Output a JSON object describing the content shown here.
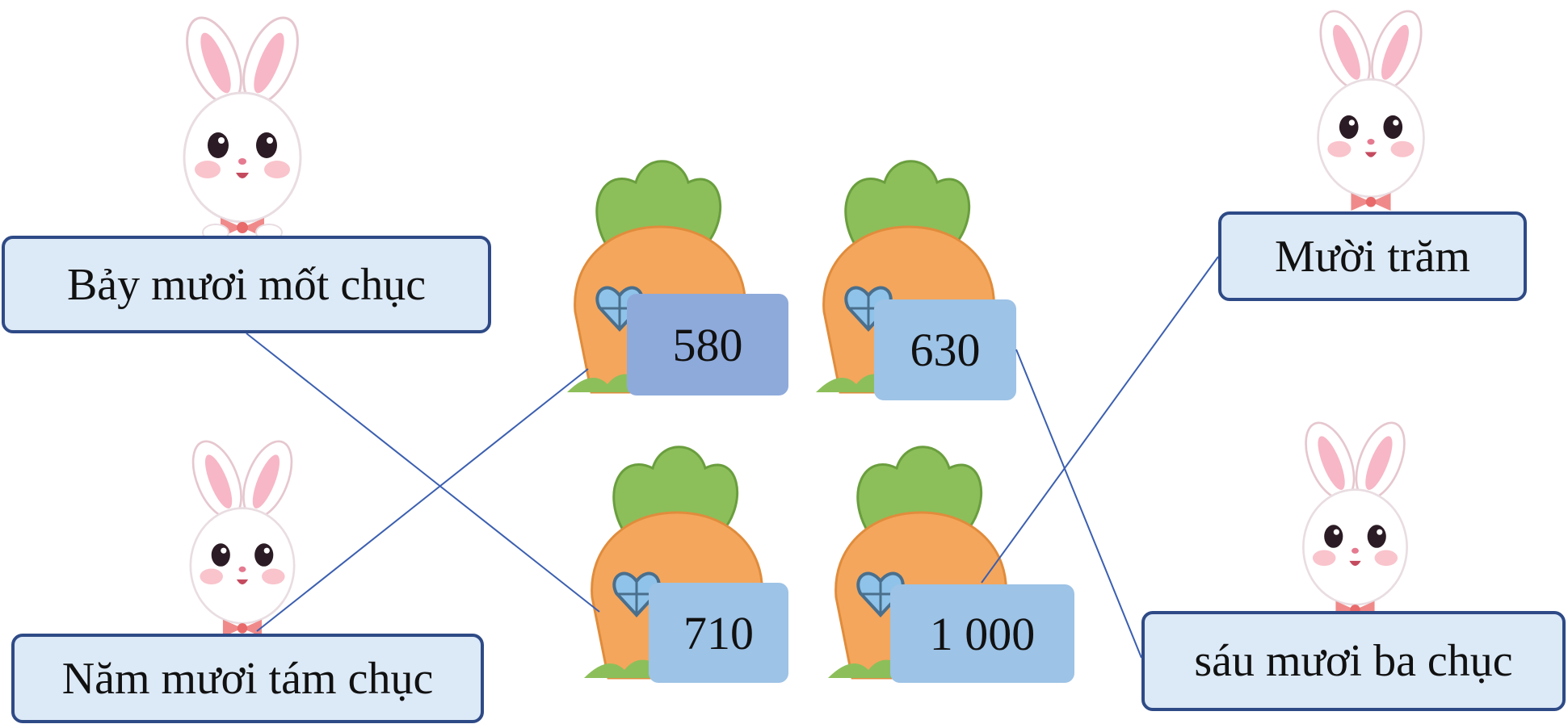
{
  "labels": {
    "bay_muoi_mot_chuc": "Bảy mươi mốt chục",
    "nam_muoi_tam_chuc": "Năm mươi tám chục",
    "muoi_tram": "Mười trăm",
    "sau_muoi_ba_chuc": "sáu mươi ba chục"
  },
  "numbers": {
    "n580": "580",
    "n630": "630",
    "n710": "710",
    "n1000": "1 000"
  },
  "colors": {
    "label_fill": "#dce9f6",
    "label_border": "#2e4a86",
    "number_580": "#8eaadb",
    "number_other": "#9dc3e6",
    "connector_line": "#3b5fb0",
    "carrot_body": "#f4a65c",
    "carrot_leaves": "#8cbf5a"
  },
  "icons": [
    "bunny-icon",
    "carrot-house-icon",
    "heart-window-icon"
  ]
}
